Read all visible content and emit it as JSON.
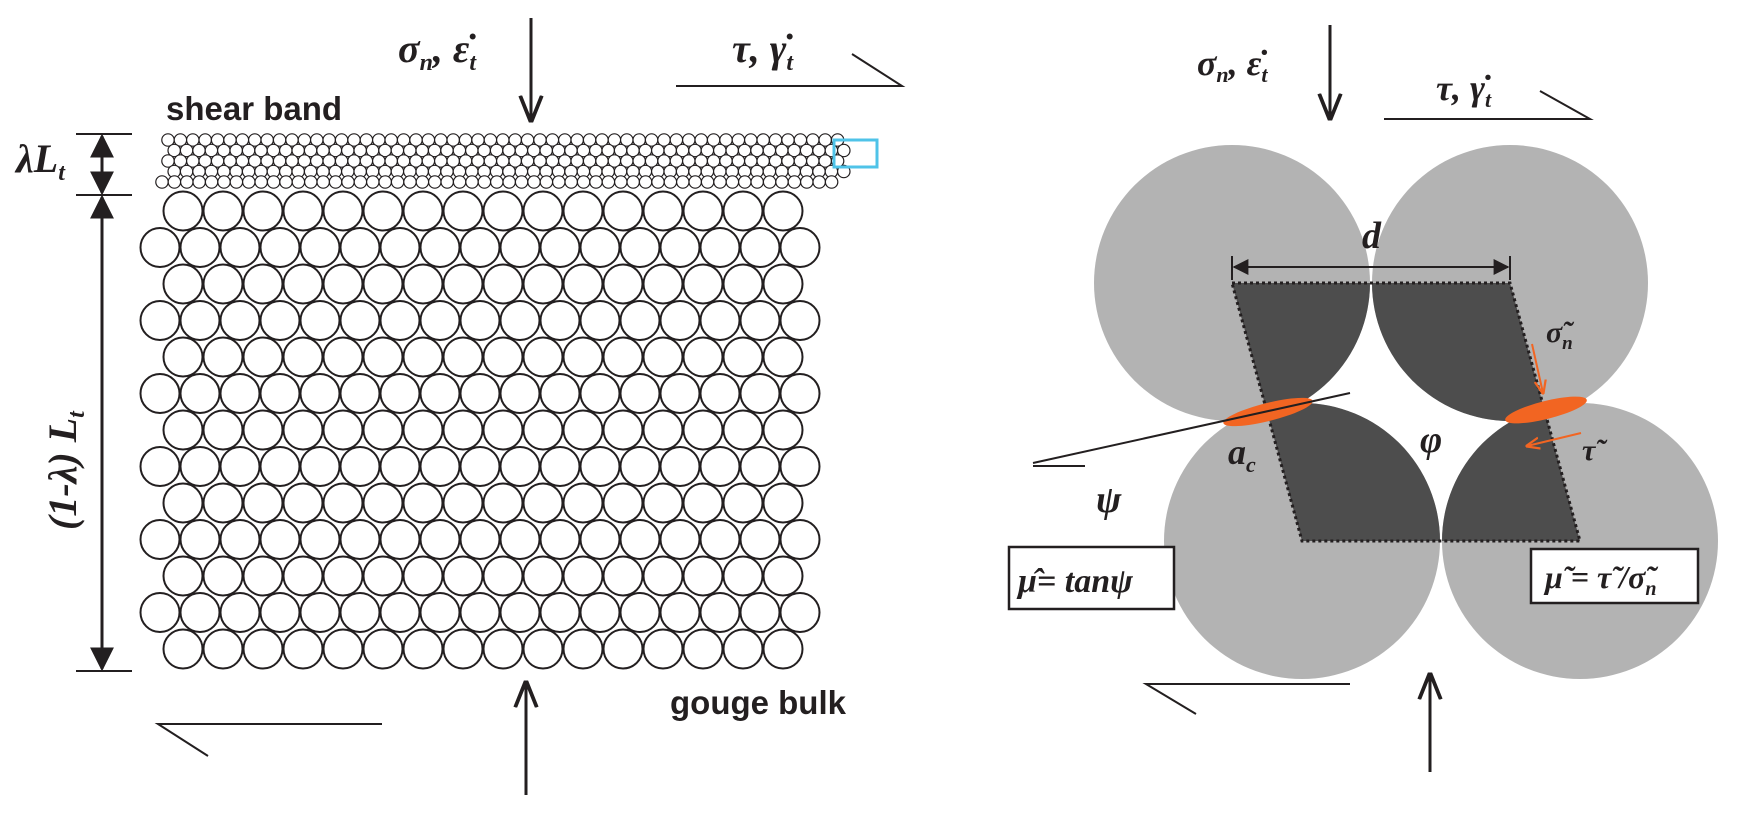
{
  "left_panel": {
    "shear_band_label": "shear band",
    "gouge_bulk_label": "gouge bulk",
    "normal_label_sym": "σ",
    "normal_label_sub": "n",
    "normal_label_rate": "ε̇",
    "normal_label_rate_sub": "t",
    "shear_label_sym": "τ",
    "shear_label_rate": "γ̇",
    "shear_label_rate_sub": "t",
    "band_thickness_label": "λL",
    "band_thickness_sub": "t",
    "bulk_thickness_label": "(1-λ) L",
    "bulk_thickness_sub": "t"
  },
  "right_panel": {
    "normal_label_sym": "σ",
    "normal_label_sub": "n",
    "normal_label_rate": "ε̇",
    "normal_label_rate_sub": "t",
    "shear_label_sym": "τ",
    "shear_label_rate": "γ̇",
    "shear_label_rate_sub": "t",
    "spacing_label": "d",
    "contact_normal_label": "σ̃",
    "contact_normal_sub": "n",
    "contact_shear_label": "τ̃",
    "contact_area_label": "a",
    "contact_area_sub": "c",
    "angle_phi_label": "φ",
    "angle_psi_label": "ψ",
    "macro_friction_formula": "μ̂= tanψ",
    "micro_friction_formula": "μ̃ = τ̃ /σ̃",
    "micro_friction_sub": "n"
  },
  "colors": {
    "ink": "#231f20",
    "particle_grey": "#b3b3b3",
    "cell_dark": "#4d4d4d",
    "contact_orange": "#f26522",
    "highlight_box": "#4fc3e8"
  }
}
